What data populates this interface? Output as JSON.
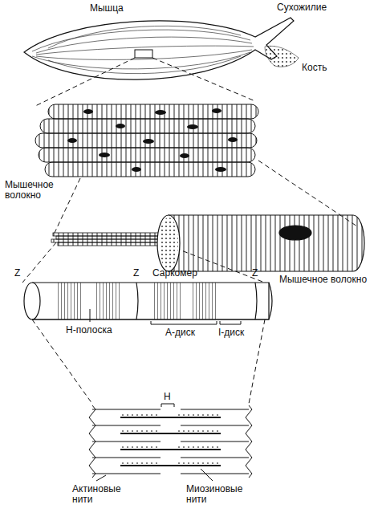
{
  "diagram": {
    "labels": [
      "Мышца",
      "Сухожилие",
      "Кость",
      "Мышечное волокно",
      "Мышечное волокно",
      "Z",
      "Z",
      "Саркомер",
      "Z",
      "H-полоска",
      "А-диск",
      "I-диск",
      "H",
      "Актиновые нити",
      "Миозиновые нити"
    ]
  }
}
